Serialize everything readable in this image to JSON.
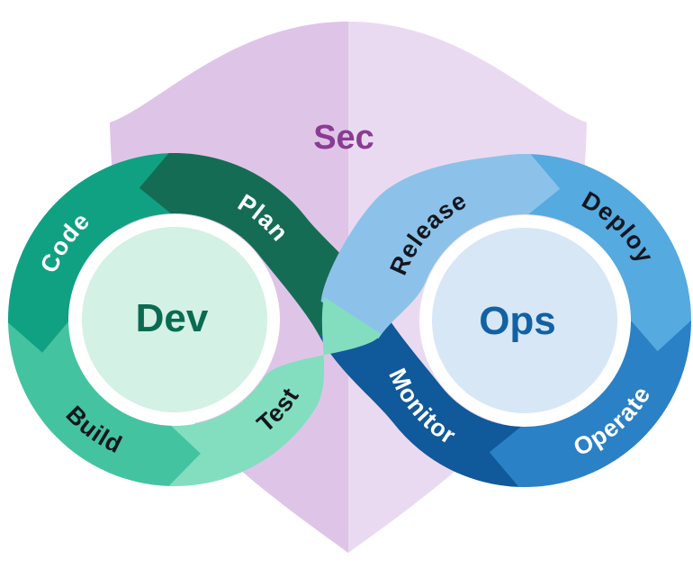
{
  "shield": {
    "label": "Sec",
    "label_color": "#8A3C93",
    "left_fill": "#DEC5E7",
    "right_fill": "#EADAF1"
  },
  "dev_ring": {
    "hub_label": "Dev",
    "hub_label_color": "#0A6B52",
    "hub_fill": "#D3F1E4",
    "segments": [
      {
        "label": "Plan",
        "fill": "#156C55",
        "label_color": "#FFFFFF"
      },
      {
        "label": "Code",
        "fill": "#10A183",
        "label_color": "#FFFFFF"
      },
      {
        "label": "Build",
        "fill": "#44C3A0",
        "label_color": "#13161F"
      },
      {
        "label": "Test",
        "fill": "#82DEBF",
        "label_color": "#13161F"
      }
    ]
  },
  "ops_ring": {
    "hub_label": "Ops",
    "hub_label_color": "#1262A3",
    "hub_fill": "#D7E7F6",
    "segments": [
      {
        "label": "Release",
        "fill": "#8CC2E9",
        "label_color": "#13161F"
      },
      {
        "label": "Deploy",
        "fill": "#55AADF",
        "label_color": "#13161F"
      },
      {
        "label": "Operate",
        "fill": "#2B81C5",
        "label_color": "#FFFFFF"
      },
      {
        "label": "Monitor",
        "fill": "#10599A",
        "label_color": "#FFFFFF"
      }
    ]
  }
}
